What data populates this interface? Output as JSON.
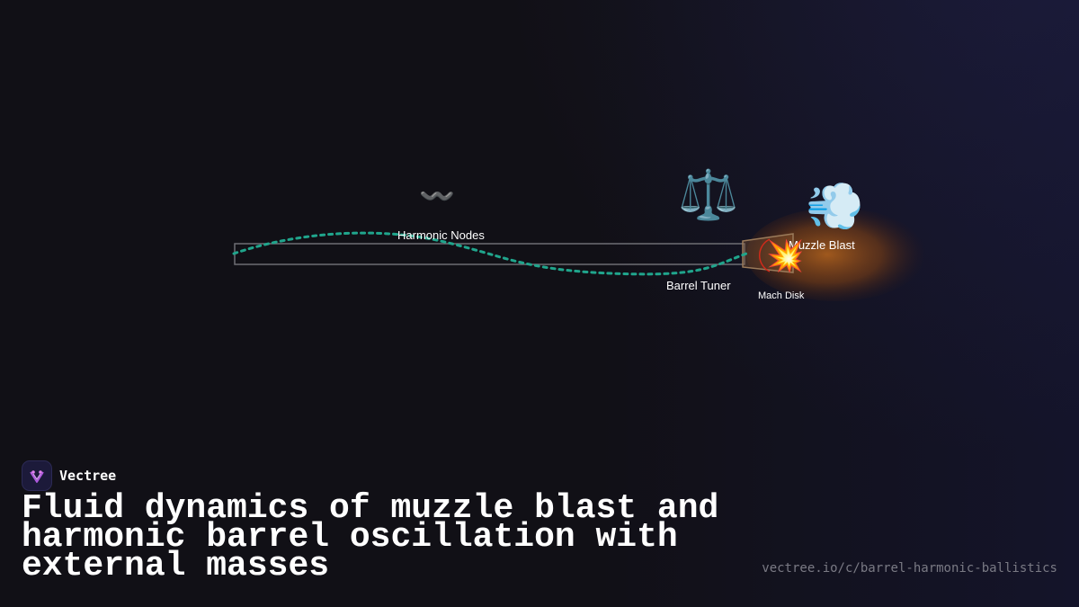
{
  "diagram": {
    "labels": {
      "harmonic_nodes": "Harmonic Nodes",
      "barrel_tuner": "Barrel Tuner",
      "muzzle_blast": "Muzzle Blast",
      "mach_disk": "Mach Disk"
    },
    "icons": {
      "harmonic_nodes": "〰️",
      "barrel_tuner": "⚖️",
      "muzzle_blast": "💨",
      "mach_disk": "💥"
    },
    "colors": {
      "wave": "#20a58c",
      "barrel_outline": "#6e6e74",
      "blast_glow": "#b8651c",
      "shock_ring": "#d02a1a"
    }
  },
  "brand": {
    "name": "Vectree",
    "logo_icon": "vectree-logo-icon",
    "accent": "#b05ae0"
  },
  "title": "Fluid dynamics of muzzle blast and harmonic barrel oscillation with external masses",
  "url": "vectree.io/c/barrel-harmonic-ballistics"
}
